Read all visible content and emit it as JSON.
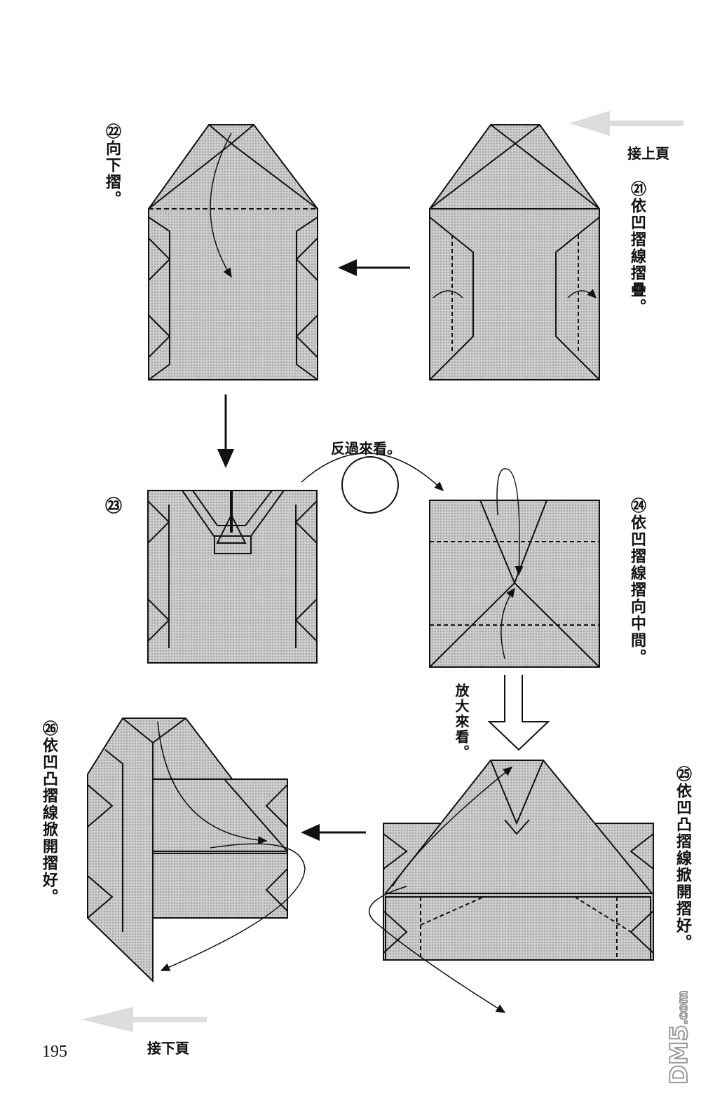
{
  "page_number": "195",
  "continue_from": "接上頁",
  "continue_to": "接下頁",
  "watermark": "DM5.com",
  "steps": [
    {
      "num": "㉑",
      "text": "依凹摺線摺疊。"
    },
    {
      "num": "㉒",
      "text": "向下摺。"
    },
    {
      "num": "㉓",
      "text": ""
    },
    {
      "num": "㉔",
      "text": "依凹摺線摺向中間。"
    },
    {
      "num": "㉕",
      "text": "依凹凸摺線掀開摺好。"
    },
    {
      "num": "㉖",
      "text": "依凹凸摺線掀開摺好。"
    }
  ],
  "notes": {
    "turn_over": "反過來看。",
    "zoom_in": "放大來看。"
  },
  "colors": {
    "paper": "#c4c4c4",
    "line": "#111111",
    "arrow_gray": "#cfcfcf"
  }
}
